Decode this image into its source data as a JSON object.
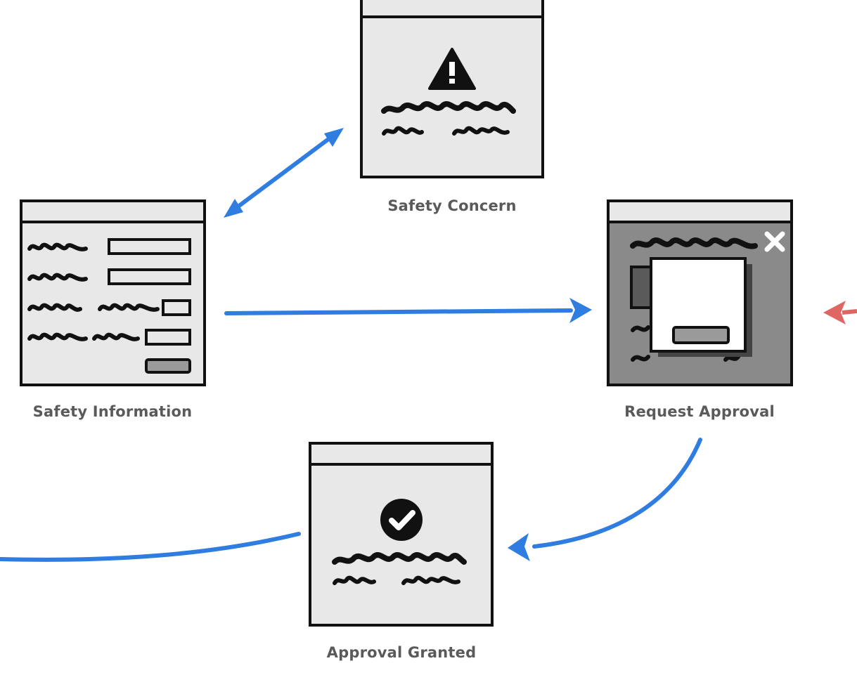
{
  "screens": [
    {
      "id": "safety-concern",
      "label": "Safety Concern",
      "kind": "alert",
      "icon": "warning-icon"
    },
    {
      "id": "safety-information",
      "label": "Safety Information",
      "kind": "form"
    },
    {
      "id": "request-approval",
      "label": "Request Approval",
      "kind": "modal",
      "icon": "close-icon"
    },
    {
      "id": "approval-granted",
      "label": "Approval Granted",
      "kind": "success",
      "icon": "check-circle-icon"
    }
  ],
  "connections": [
    {
      "from": "safety-information",
      "to": "safety-concern",
      "style": "bidirectional"
    },
    {
      "from": "safety-information",
      "to": "request-approval",
      "style": "arrow"
    },
    {
      "from": "request-approval",
      "to": "approval-granted",
      "style": "arrow"
    }
  ],
  "colors": {
    "arrow": "#2f7de1",
    "incoming_arrow": "#e06666",
    "frame": "#111111",
    "screen_fill": "#e8e8e8",
    "modal_backdrop": "#8a8a8a",
    "label": "#5a5a5a"
  }
}
